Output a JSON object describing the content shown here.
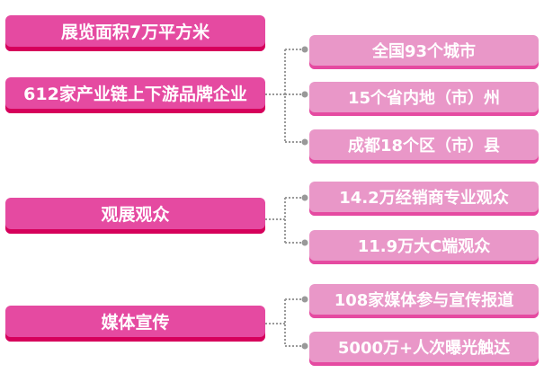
{
  "groups": [
    {
      "label": "展览面积7万平方米",
      "children": []
    },
    {
      "label": "612家产业链上下游品牌企业",
      "children": [
        "全国93个城市",
        "15个省内地（市）州",
        "成都18个区（市）县"
      ]
    },
    {
      "label": "观展观众",
      "children": [
        "14.2万经销商专业观众",
        "11.9万大C端观众"
      ]
    },
    {
      "label": "媒体宣传",
      "children": [
        "108家媒体参与宣传报道",
        "5000万+人次曝光触达"
      ]
    }
  ],
  "colors": {
    "primary": "#e54aa1",
    "primary_shadow": "#d6005b",
    "secondary": "#e997c8",
    "connector": "#999999"
  }
}
